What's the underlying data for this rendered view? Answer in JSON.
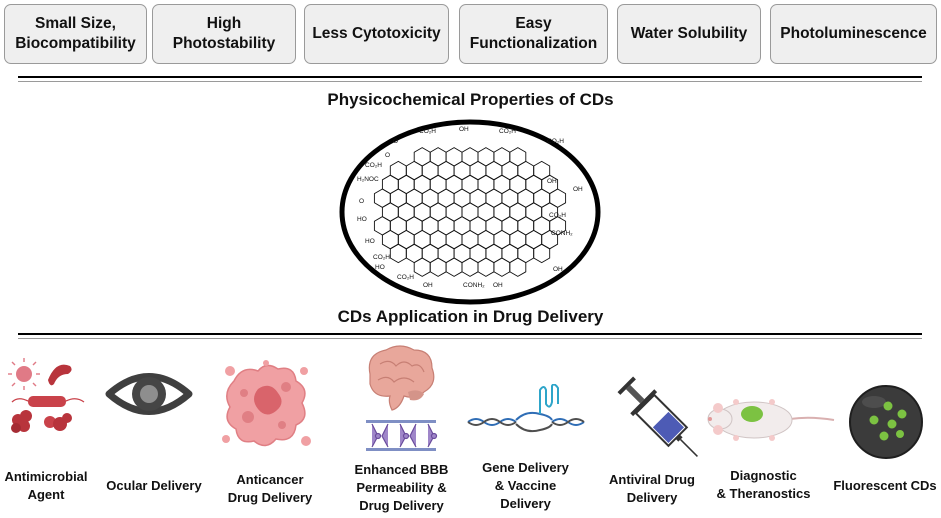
{
  "properties": [
    {
      "label": "Small Size,\nBiocompatibility"
    },
    {
      "label": "High\nPhotostability"
    },
    {
      "label": "Less Cytotoxicity"
    },
    {
      "label": "Easy\nFunctionalization"
    },
    {
      "label": "Water Solubility"
    },
    {
      "label": "Photoluminescence"
    }
  ],
  "headings": {
    "properties_title": "Physicochemical Properties of CDs",
    "applications_title": "CDs Application in Drug Delivery"
  },
  "cd_structure": {
    "groups": [
      "CO₂H",
      "OH",
      "CO₂H",
      "O",
      "CO₂H",
      "O",
      "CO₂H",
      "H₂NOC",
      "OH",
      "OH",
      "O",
      "CO₂H",
      "HO",
      "CONH₂",
      "HO",
      "CO₂H",
      "HO",
      "OH",
      "CO₂H",
      "OH",
      "CONH₂",
      "OH"
    ]
  },
  "applications": [
    {
      "label": "Antimicrobial\nAgent",
      "icon": "bacteria-icon"
    },
    {
      "label": "Ocular Delivery",
      "icon": "eye-icon"
    },
    {
      "label": "Anticancer\nDrug Delivery",
      "icon": "cancer-cell-icon"
    },
    {
      "label": "Enhanced BBB\nPermeability &\nDrug Delivery",
      "icon": "brain-icon"
    },
    {
      "label": "Gene Delivery\n& Vaccine\nDelivery",
      "icon": "dna-icon"
    },
    {
      "label": "Antiviral Drug\nDelivery",
      "icon": "syringe-icon"
    },
    {
      "label": "Diagnostic\n& Theranostics",
      "icon": "mouse-icon"
    },
    {
      "label": "Fluorescent CDs",
      "icon": "fluorescent-dot-icon"
    }
  ],
  "colors": {
    "box_fill": "#efefef",
    "box_border": "#9a9a9a",
    "cell_pink": "#e98f94",
    "bacteria_red": "#b8343c",
    "syringe_blue": "#4d5bb5",
    "fluor_green": "#7cc242"
  }
}
